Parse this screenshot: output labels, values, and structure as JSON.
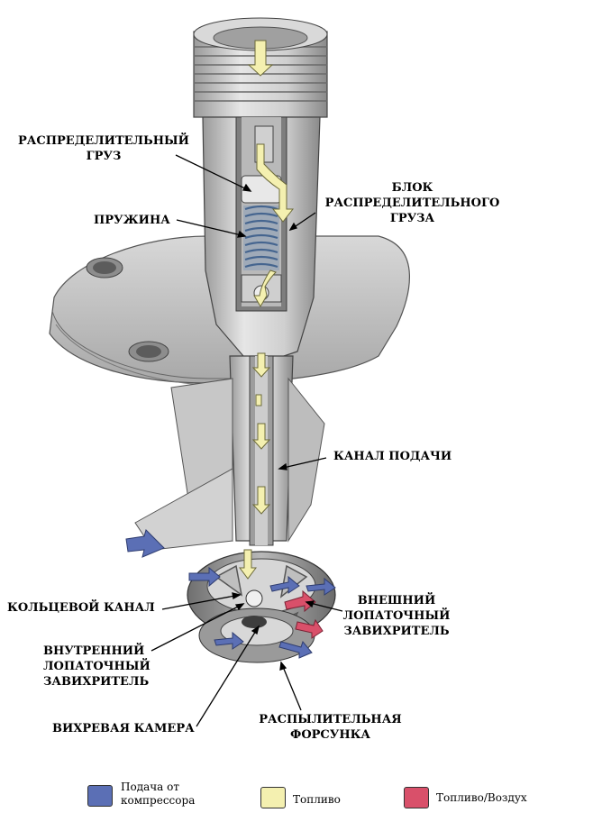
{
  "labels": {
    "distributor_weight": "РАСПРЕДЕЛИТЕЛЬНЫЙ\nГРУЗ",
    "spring": "ПРУЖИНА",
    "distributor_block": "БЛОК\nРАСПРЕДЕЛИТЕЛЬНОГО\nГРУЗА",
    "feed_channel": "КАНАЛ ПОДАЧИ",
    "annular_channel": "КОЛЬЦЕВОЙ КАНАЛ",
    "outer_swirler": "ВНЕШНИЙ\nЛОПАТОЧНЫЙ\nЗАВИХРИТЕЛЬ",
    "inner_swirler": "ВНУТРЕННИЙ\nЛОПАТОЧНЫЙ\nЗАВИХРИТЕЛЬ",
    "vortex_chamber": "ВИХРЕВАЯ КАМЕРА",
    "spray_nozzle": "РАСПЫЛИТЕЛЬНАЯ\nФОРСУНКА"
  },
  "legend": [
    {
      "label": "Подача от\nкомпрессора",
      "color": "#5b6fb5"
    },
    {
      "label": "Топливо",
      "color": "#f4f0b0"
    },
    {
      "label": "Топливо/Воздух",
      "color": "#d9506a"
    }
  ],
  "colors": {
    "air": "#5b6fb5",
    "fuel": "#f4f0b0",
    "mixture": "#d9506a"
  }
}
